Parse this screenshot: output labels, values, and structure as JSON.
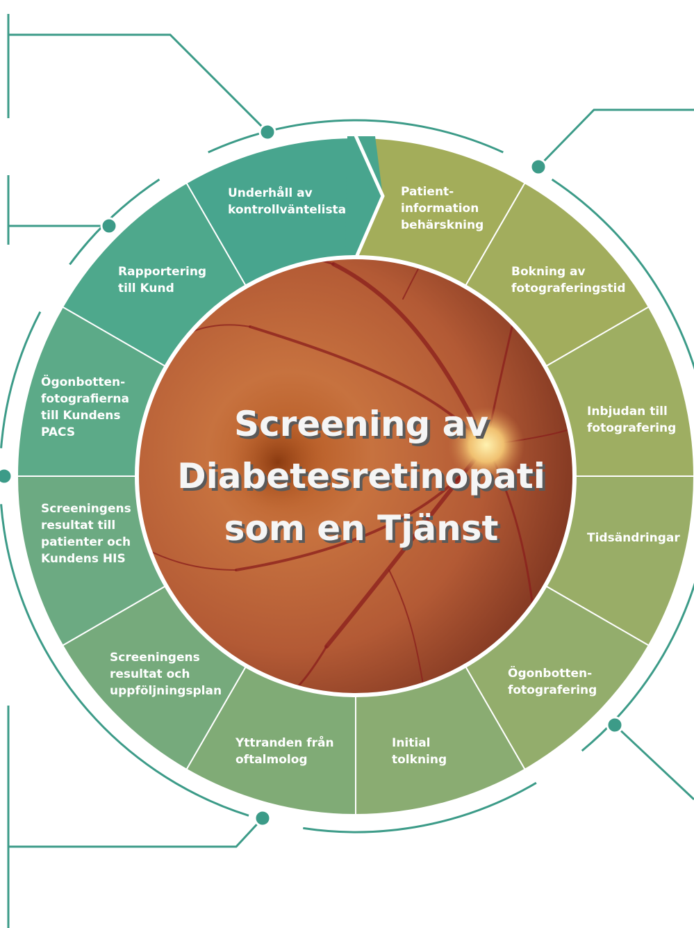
{
  "title_lines": [
    "Screening av",
    "Diabetesretinopati",
    "som en Tjänst"
  ],
  "colors": {
    "connector": "#3c9b88",
    "outer_ring": "#3c9b88",
    "segment_border": "#ffffff",
    "title_text": "#f5f5f5",
    "title_shadow": "#5a5a5a"
  },
  "segments": [
    {
      "id": "patient-information",
      "lines": [
        "Patient-",
        "information",
        "behärskning"
      ],
      "color": "#a3ad5a"
    },
    {
      "id": "bokning",
      "lines": [
        "Bokning av",
        "fotograferingstid"
      ],
      "color": "#a2ad5d"
    },
    {
      "id": "inbjudan",
      "lines": [
        "Inbjudan till",
        "fotografering"
      ],
      "color": "#9eae62"
    },
    {
      "id": "tidsandringar",
      "lines": [
        "Tidsändringar"
      ],
      "color": "#99ad67"
    },
    {
      "id": "ogonbottenfotografering",
      "lines": [
        "Ögonbotten-",
        "fotografering"
      ],
      "color": "#93ad6c"
    },
    {
      "id": "initial-tolkning",
      "lines": [
        "Initial",
        "tolkning"
      ],
      "color": "#8aac72"
    },
    {
      "id": "yttranden",
      "lines": [
        "Yttranden från",
        "oftalmolog"
      ],
      "color": "#80ab76"
    },
    {
      "id": "screeningens-resultat-uppfoljning",
      "lines": [
        "Screeningens",
        "resultat och",
        "uppföljningsplan"
      ],
      "color": "#76aa7c"
    },
    {
      "id": "screeningens-resultat-patienter",
      "lines": [
        "Screeningens",
        "resultat till",
        "patienter och",
        "Kundens HIS"
      ],
      "color": "#6caa82"
    },
    {
      "id": "ogonbottenfotografierna",
      "lines": [
        "Ögonbotten-",
        "fotografierna",
        "till Kundens",
        "PACS"
      ],
      "color": "#5caa88"
    },
    {
      "id": "rapportering",
      "lines": [
        "Rapportering",
        "till Kund"
      ],
      "color": "#4ea88c"
    },
    {
      "id": "underhall",
      "lines": [
        "Underhåll av",
        "kontrollväntelista"
      ],
      "color": "#48a58e"
    }
  ]
}
